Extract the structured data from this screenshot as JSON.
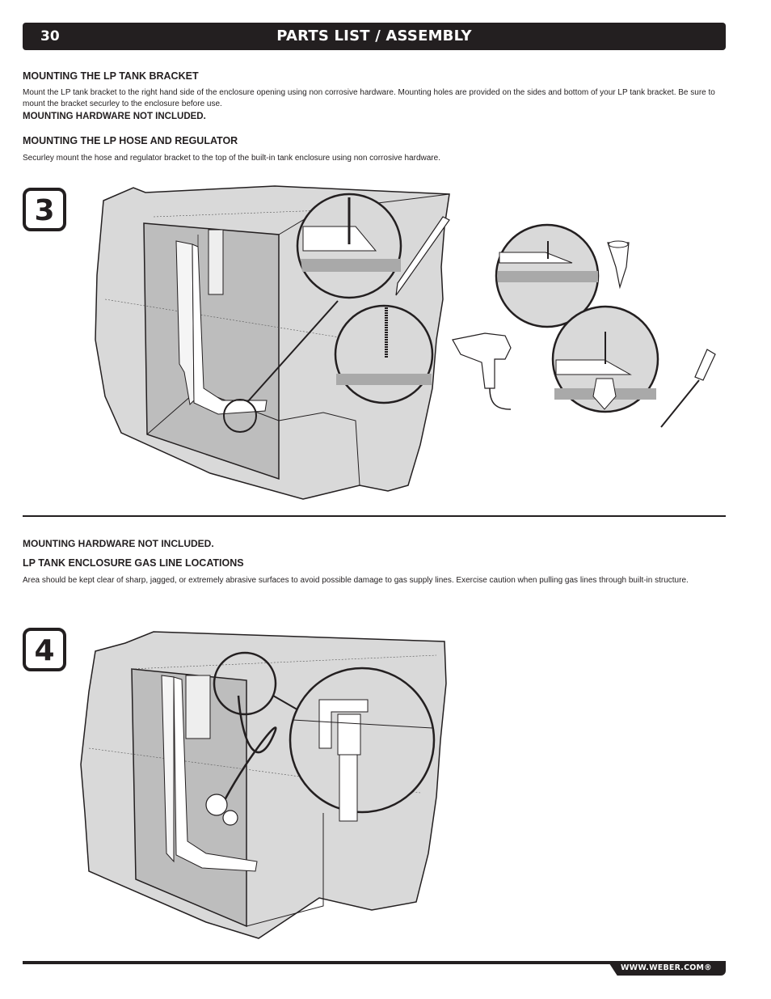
{
  "header": {
    "page_number": "30",
    "title": "PARTS LIST / ASSEMBLY"
  },
  "section1": {
    "heading": "MOUNTING THE LP TANK BRACKET",
    "body": "Mount the LP tank bracket to the right hand side of the enclosure opening using non corrosive hardware. Mounting holes are provided on the sides and bottom of your LP tank bracket. Be sure to mount the bracket securley to the enclosure before use.",
    "note": "MOUNTING HARDWARE NOT INCLUDED."
  },
  "section2": {
    "heading": "MOUNTING THE LP HOSE AND REGULATOR",
    "body": "Securley mount the hose and regulator bracket to the top of the built-in tank enclosure using non corrosive hardware."
  },
  "step3": {
    "number": "3",
    "illustration": "lp-tank-bracket-mounting",
    "detail_views": [
      "pencil-marking-hole",
      "drilling-hole",
      "inserting-wall-anchor",
      "screwing-into-anchor"
    ],
    "tools": [
      "pencil-icon",
      "drill-icon",
      "wall-anchor-icon",
      "screwdriver-icon"
    ]
  },
  "section3": {
    "note": "MOUNTING HARDWARE NOT INCLUDED.",
    "heading": "LP TANK ENCLOSURE GAS LINE LOCATIONS",
    "body": "Area should be kept clear of sharp, jagged, or extremely abrasive surfaces to avoid possible damage to gas supply lines. Exercise caution when pulling gas lines through built-in structure."
  },
  "step4": {
    "number": "4",
    "illustration": "hose-regulator-mounting",
    "detail_views": [
      "regulator-bracket-detail"
    ]
  },
  "footer": {
    "url": "WWW.WEBER.COM®"
  },
  "colors": {
    "ink": "#231f20",
    "enclosure_gray": "#d9d9d9",
    "interior_gray": "#bdbdbd",
    "band_gray": "#a9a9a9"
  }
}
